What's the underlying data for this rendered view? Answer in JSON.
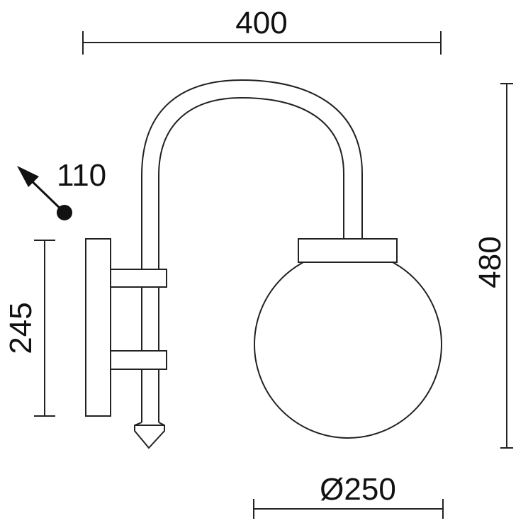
{
  "dimensions": {
    "width_label": "400",
    "height_label": "480",
    "mount_height_label": "245",
    "globe_diameter_label": "Ø250",
    "projection_label": "110"
  },
  "colors": {
    "line": "#222222",
    "background": "#ffffff"
  },
  "icons": {
    "projection_marker": "arrow-with-dot-icon"
  }
}
